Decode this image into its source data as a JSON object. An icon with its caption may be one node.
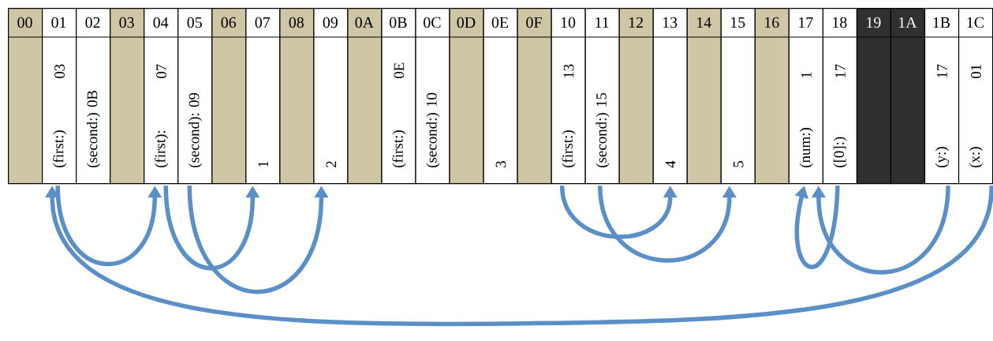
{
  "diagram": {
    "nodes": [
      {
        "text": [
          "00"
        ]
      },
      {
        "text": [
          "01",
          "(first:)",
          "03"
        ]
      },
      {
        "text": [
          "02",
          "(second:) 0B"
        ]
      },
      {
        "text": [
          "03"
        ]
      },
      {
        "text": [
          "04",
          "(first):",
          "07"
        ]
      },
      {
        "text": [
          "05",
          "(second): 09"
        ]
      },
      {
        "text": [
          "06"
        ]
      },
      {
        "text": [
          "07",
          "1"
        ]
      },
      {
        "text": [
          "08"
        ]
      },
      {
        "text": [
          "09",
          "2"
        ]
      },
      {
        "text": [
          "0A"
        ]
      },
      {
        "text": [
          "0B",
          "(first:)",
          "0E"
        ]
      },
      {
        "text": [
          "0C",
          "(second:) 10"
        ]
      },
      {
        "text": [
          "0D"
        ]
      },
      {
        "text": [
          "0E",
          "3"
        ]
      },
      {
        "text": [
          "0F"
        ]
      },
      {
        "text": [
          "10",
          "(first:)",
          "13"
        ]
      },
      {
        "text": [
          "11",
          "(second:) 15"
        ]
      },
      {
        "text": [
          "12"
        ]
      },
      {
        "text": [
          "13",
          "4"
        ]
      },
      {
        "text": [
          "14"
        ]
      },
      {
        "text": [
          "15",
          "5"
        ]
      },
      {
        "text": [
          "16"
        ]
      },
      {
        "text": [
          "17",
          "(num:)",
          "1"
        ]
      },
      {
        "text": [
          "18",
          "([0]:)",
          "17"
        ]
      },
      {
        "text": [
          "19"
        ]
      },
      {
        "text": [
          "1A"
        ]
      },
      {
        "text": [
          "1B",
          "(y:)",
          "17"
        ]
      },
      {
        "text": [
          "1C",
          "(x:)",
          "01"
        ]
      }
    ],
    "edges": [
      {
        "from": 1,
        "to": 4,
        "arrow": "to"
      },
      {
        "from": 4,
        "to": 7,
        "arrow": "to"
      },
      {
        "from": 5,
        "to": 9,
        "arrow": "to"
      },
      {
        "from": 16,
        "to": 19,
        "arrow": "to"
      },
      {
        "from": 17,
        "to": 21,
        "arrow": "to"
      },
      {
        "from": 24,
        "to": 23,
        "arrow": "to"
      },
      {
        "from": 27,
        "to": 23,
        "arrow": "to"
      },
      {
        "from": 28,
        "to": 1,
        "arrow": "to"
      }
    ]
  }
}
